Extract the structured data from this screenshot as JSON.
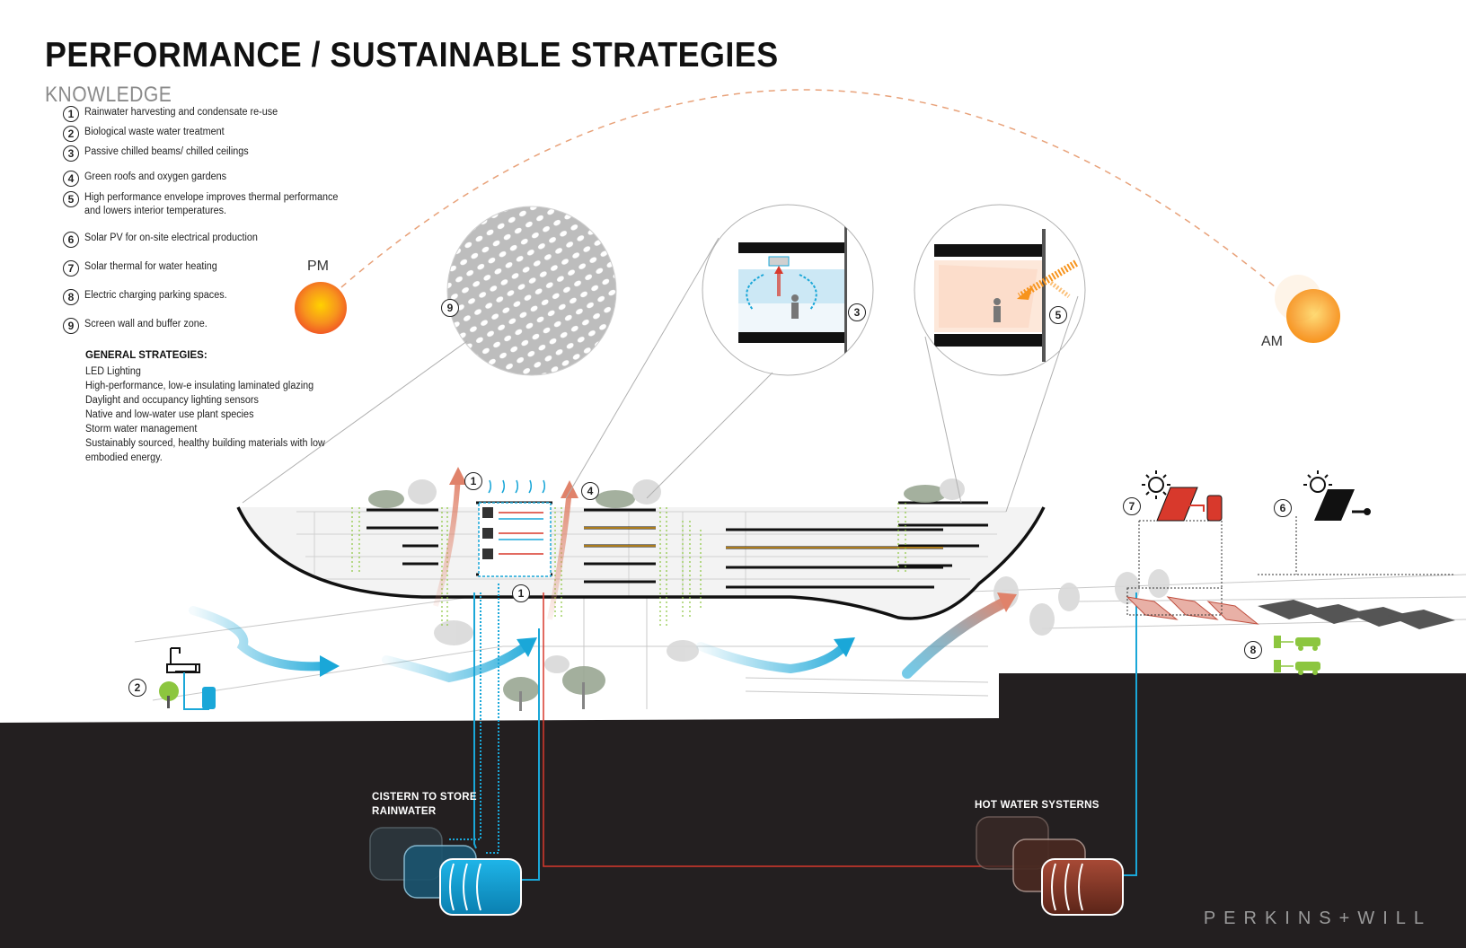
{
  "title": "PERFORMANCE / SUSTAINABLE STRATEGIES",
  "subtitle": "KNOWLEDGE",
  "legend": [
    {
      "num": "1",
      "text": "Rainwater harvesting and condensate re-use"
    },
    {
      "num": "2",
      "text": "Biological waste water treatment"
    },
    {
      "num": "3",
      "text": "Passive chilled beams/ chilled ceilings"
    },
    {
      "num": "4",
      "text": "Green roofs and oxygen gardens"
    },
    {
      "num": "5",
      "text": "High performance envelope improves thermal performance\nand lowers interior temperatures."
    },
    {
      "num": "6",
      "text": "Solar PV for on-site electrical production"
    },
    {
      "num": "7",
      "text": "Solar thermal for water heating"
    },
    {
      "num": "8",
      "text": "Electric charging parking spaces."
    },
    {
      "num": "9",
      "text": "Screen wall and buffer zone."
    }
  ],
  "general_strategies": {
    "title": "GENERAL STRATEGIES:",
    "items": [
      "LED Lighting",
      "High-performance, low-e insulating laminated glazing",
      "Daylight and occupancy lighting sensors",
      "Native and low-water use plant species",
      "Storm water management",
      "Sustainably sourced, healthy building materials with low",
      "embodied energy."
    ]
  },
  "sun_labels": {
    "pm": "PM",
    "am": "AM"
  },
  "callouts": {
    "n1": "1",
    "n1b": "1",
    "n2": "2",
    "n3": "3",
    "n4": "4",
    "n5": "5",
    "n6": "6",
    "n7": "7",
    "n8": "8",
    "n9": "9"
  },
  "underground": {
    "cistern_label": "CISTERN TO STORE\nRAINWATER",
    "hot_water_label": "HOT WATER SYSTERNS"
  },
  "brand": "PERKINS+WILL",
  "colors": {
    "ground_dark": "#231f20",
    "water_blue": "#1aa7d8",
    "warm_red": "#d8392c",
    "sun_orange": "#f7941d",
    "sun_yellow": "#ffd200",
    "plant_green": "#8cc63f",
    "arrow_salmon": "#e0826a"
  }
}
